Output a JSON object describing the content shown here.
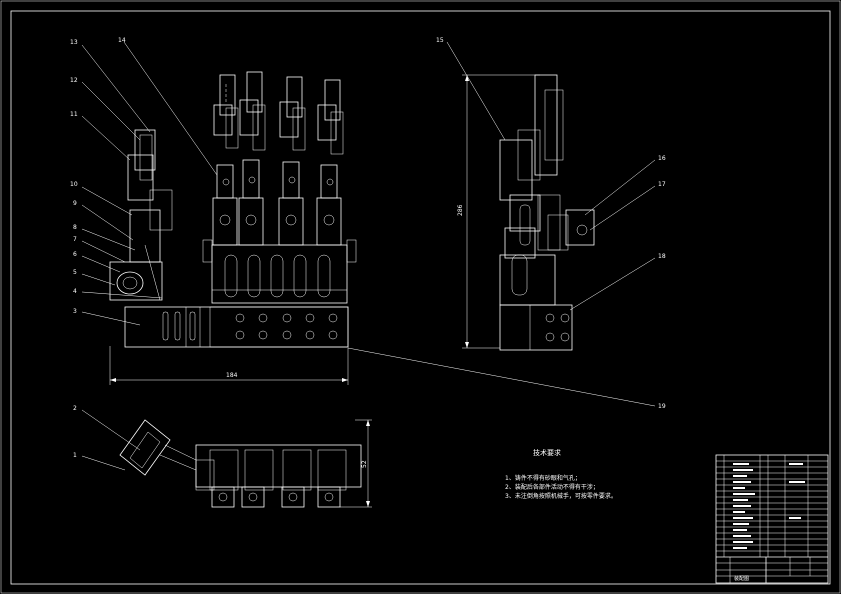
{
  "colors": {
    "background": "#000000",
    "lines": "#ffffff"
  },
  "part_numbers": {
    "p1": "1",
    "p2": "2",
    "p3": "3",
    "p4": "4",
    "p5": "5",
    "p6": "6",
    "p7": "7",
    "p8": "8",
    "p9": "9",
    "p10": "10",
    "p11": "11",
    "p12": "12",
    "p13": "13",
    "p14": "14",
    "p15": "15",
    "p16": "16",
    "p17": "17",
    "p18": "18",
    "p19": "19"
  },
  "dimensions": {
    "width_main": "184",
    "height_side": "286",
    "height_top": "52"
  },
  "tech_requirements": {
    "title": "技术要求",
    "items": [
      "1、铸件不得有砂眼和气孔；",
      "2、装配后各部件活动不得有干涉；",
      "3、未注倒角按照机械手，可按零件要求。"
    ]
  },
  "title_block": {
    "drawing_name": "装配图"
  }
}
